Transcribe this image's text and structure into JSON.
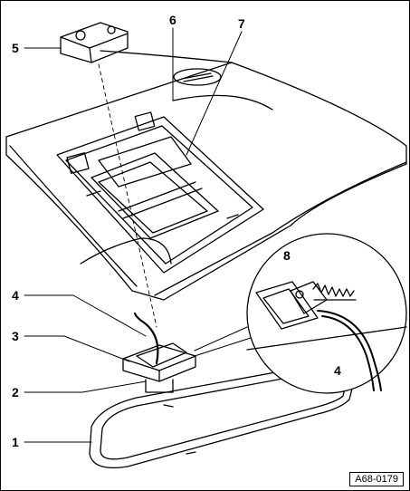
{
  "callouts": {
    "c1": "1",
    "c2": "2",
    "c3": "3",
    "c4a": "4",
    "c4b": "4",
    "c5": "5",
    "c6": "6",
    "c7": "7",
    "c8": "8"
  },
  "reference_code": "A68-0179",
  "colors": {
    "line": "#000000",
    "background": "#ffffff"
  }
}
